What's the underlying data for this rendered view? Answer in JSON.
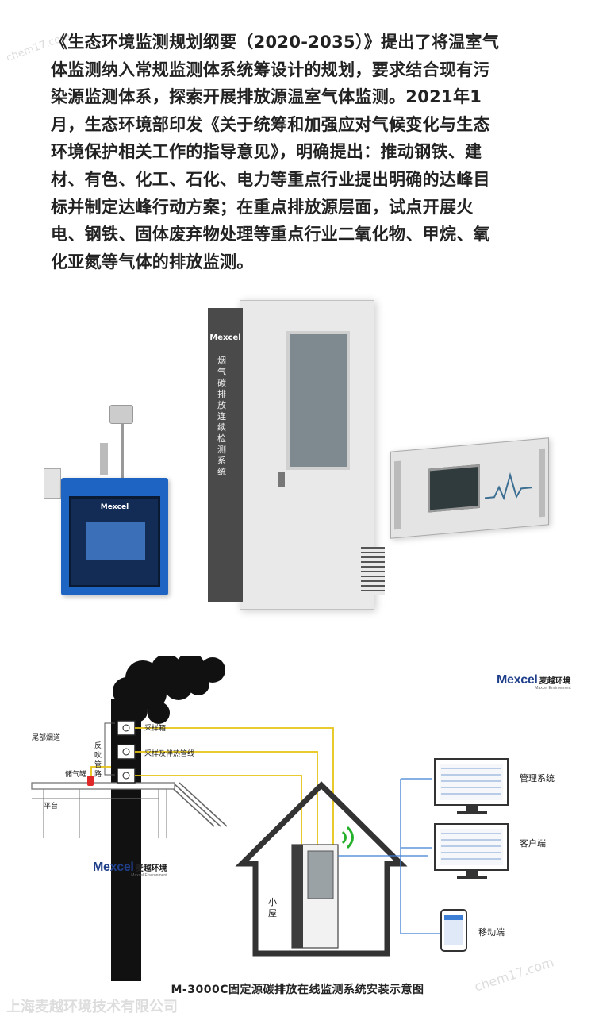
{
  "article": {
    "lines": [
      "《生态环境监测规划纲要（2020-2035）》提出了将温室气",
      "体监测纳入常规监测体系统筹设计的规划，要求结合现有污",
      "染源监测体系，探索开展排放源温室气体监测。2021年1",
      "月，生态环境部印发《关于统筹和加强应对气候变化与生态",
      "环境保护相关工作的指导意见》，明确提出：推动钢铁、建",
      "材、有色、化工、石化、电力等重点行业提出明确的达峰目",
      "标并制定达峰行动方案；在重点排放源层面，试点开展火",
      "电、钢铁、固体废弃物处理等重点行业二氧化物、甲烷、氧",
      "化亚氮等气体的排放监测。"
    ]
  },
  "products": {
    "station_brand": "Mexcel",
    "cabinet_brand": "Mexcel",
    "cabinet_vertical_text": "烟气碳排放连续检测系统"
  },
  "diagram": {
    "brand_top": {
      "name": "Mexcel",
      "cn": "麦越环境",
      "sub": "Maxcel Environment"
    },
    "brand_left": {
      "name": "Mexcel",
      "cn": "麦越环境",
      "sub": "Maxcel Environment"
    },
    "labels": {
      "tail_flue": "尾部烟道",
      "backflush_a": "反",
      "backflush_b": "吹",
      "backflush_c": "管",
      "backflush_d": "路",
      "gas_tank": "储气罐",
      "platform": "平台",
      "sampler": "采样箱",
      "sample_pipe": "采样及伴热管线",
      "shelter_a": "小",
      "shelter_b": "屋",
      "management": "管理系统",
      "client": "客户端",
      "mobile": "移动端"
    },
    "caption": "M-3000C固定源碳排放在线监测系统安装示意图"
  },
  "watermarks": {
    "company": "上海麦越环境技术有限公司",
    "site_a": "chem17.com",
    "site_b": "chem17.com"
  },
  "colors": {
    "line_yellow": "#e6c414",
    "line_blue": "#3d7fd4",
    "brand_blue": "#1f3f8a",
    "station_blue": "#1e64c2"
  }
}
